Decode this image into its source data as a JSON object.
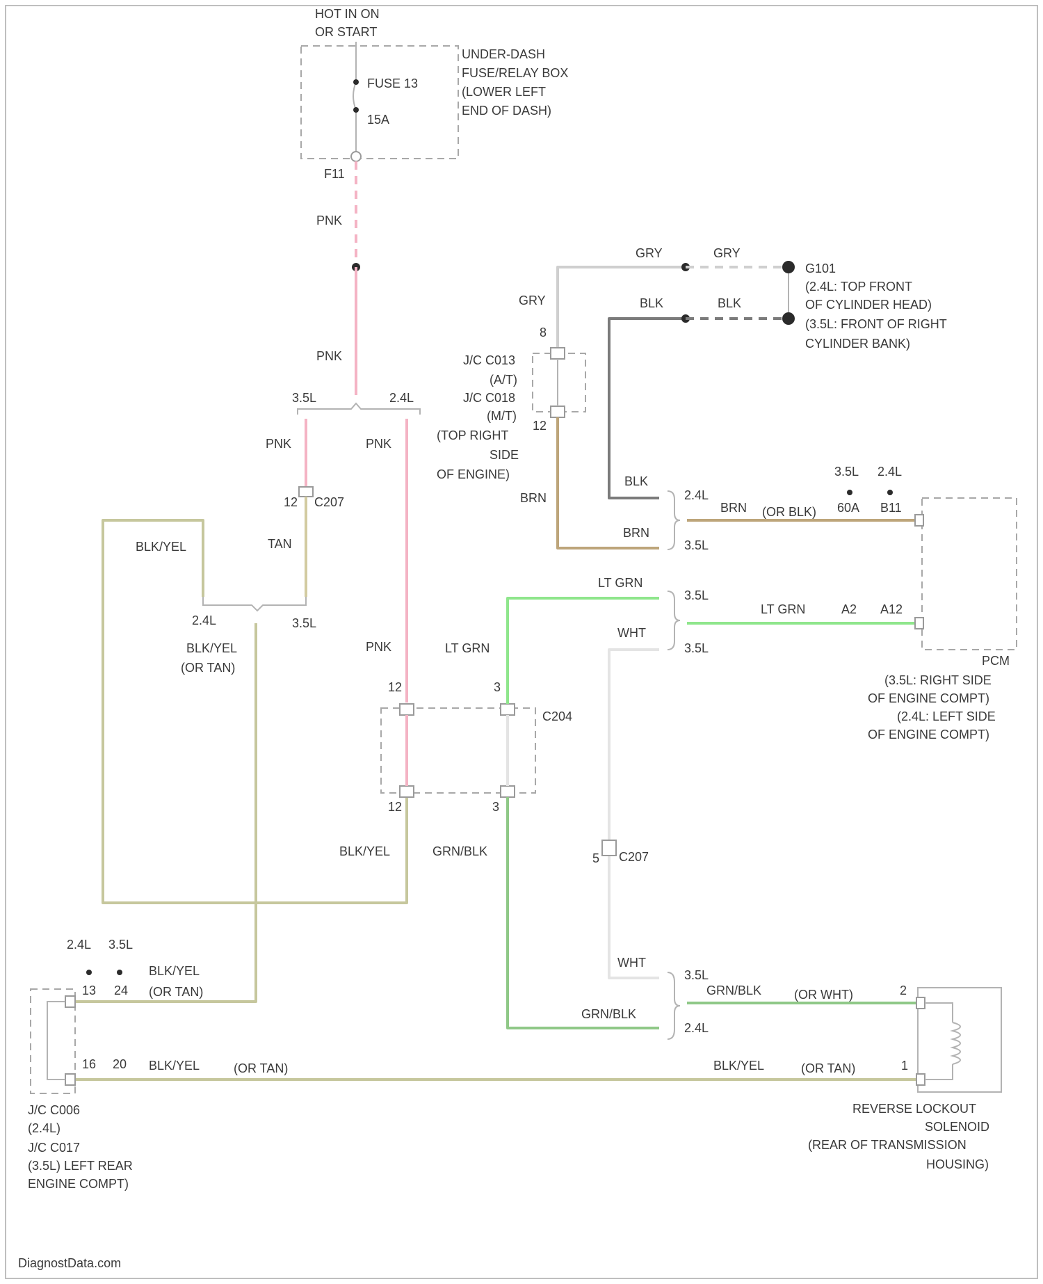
{
  "power_source": {
    "line1": "HOT IN ON",
    "line2": "OR START"
  },
  "fuse_box": {
    "fuse": "FUSE 13",
    "rating": "15A",
    "terminal": "F11",
    "desc": [
      "UNDER-DASH",
      "FUSE/RELAY BOX",
      "(LOWER LEFT",
      "END OF DASH)"
    ]
  },
  "ground": {
    "id": "G101",
    "desc": [
      "(2.4L: TOP FRONT",
      "OF CYLINDER HEAD)",
      "(3.5L: FRONT OF RIGHT",
      "CYLINDER BANK)"
    ]
  },
  "jc_top": {
    "pin_top": "8",
    "pin_bottom": "12",
    "desc": [
      "J/C C013",
      "(A/T)",
      "J/C C018",
      "(M/T)",
      "(TOP RIGHT",
      "SIDE",
      "OF ENGINE)"
    ]
  },
  "pcm": {
    "name": "PCM",
    "desc": [
      "(3.5L: RIGHT SIDE",
      "OF ENGINE COMPT)",
      "(2.4L: LEFT SIDE",
      "OF ENGINE COMPT)"
    ],
    "pins_top_variants": [
      "3.5L",
      "2.4L"
    ],
    "pins_top": [
      "60A",
      "B11"
    ],
    "pins_mid": [
      "A2",
      "A12"
    ]
  },
  "c207_top": {
    "id": "C207",
    "pin": "12"
  },
  "c204": {
    "id": "C204",
    "pins_top": [
      "12",
      "3"
    ],
    "pins_bottom": [
      "12",
      "3"
    ]
  },
  "c207_right": {
    "id": "C207",
    "pin": "5"
  },
  "jc_left": {
    "variants": [
      "2.4L",
      "3.5L"
    ],
    "pins_top": [
      "13",
      "24"
    ],
    "pins_bottom": [
      "16",
      "20"
    ],
    "desc": [
      "J/C C006",
      "(2.4L)",
      "J/C C017",
      "(3.5L) LEFT REAR",
      "ENGINE COMPT)"
    ]
  },
  "solenoid": {
    "pin_top": "2",
    "pin_bottom": "1",
    "desc": [
      "REVERSE LOCKOUT",
      "SOLENOID",
      "(REAR OF TRANSMISSION",
      "HOUSING)"
    ]
  },
  "engines": {
    "l35": "3.5L",
    "l24": "2.4L"
  },
  "wires": {
    "pnk": "PNK",
    "gry": "GRY",
    "blk": "BLK",
    "brn": "BRN",
    "brn_or_blk": "(OR BLK)",
    "tan": "TAN",
    "blk_yel": "BLK/YEL",
    "or_tan": "(OR TAN)",
    "lt_grn": "LT GRN",
    "wht": "WHT",
    "grn_blk": "GRN/BLK",
    "or_wht": "(OR WHT)"
  },
  "watermark": "DiagnostData.com",
  "colors": {
    "pnk": "#f4b3c4",
    "gry": "#cfcfcf",
    "blk": "#7b7b7b",
    "brn": "#bda57a",
    "tan": "#d2cba1",
    "blk_yel": "#c6c79d",
    "lt_grn": "#8fe68c",
    "grn_blk": "#8fc887",
    "wht": "#e4e4e4"
  }
}
